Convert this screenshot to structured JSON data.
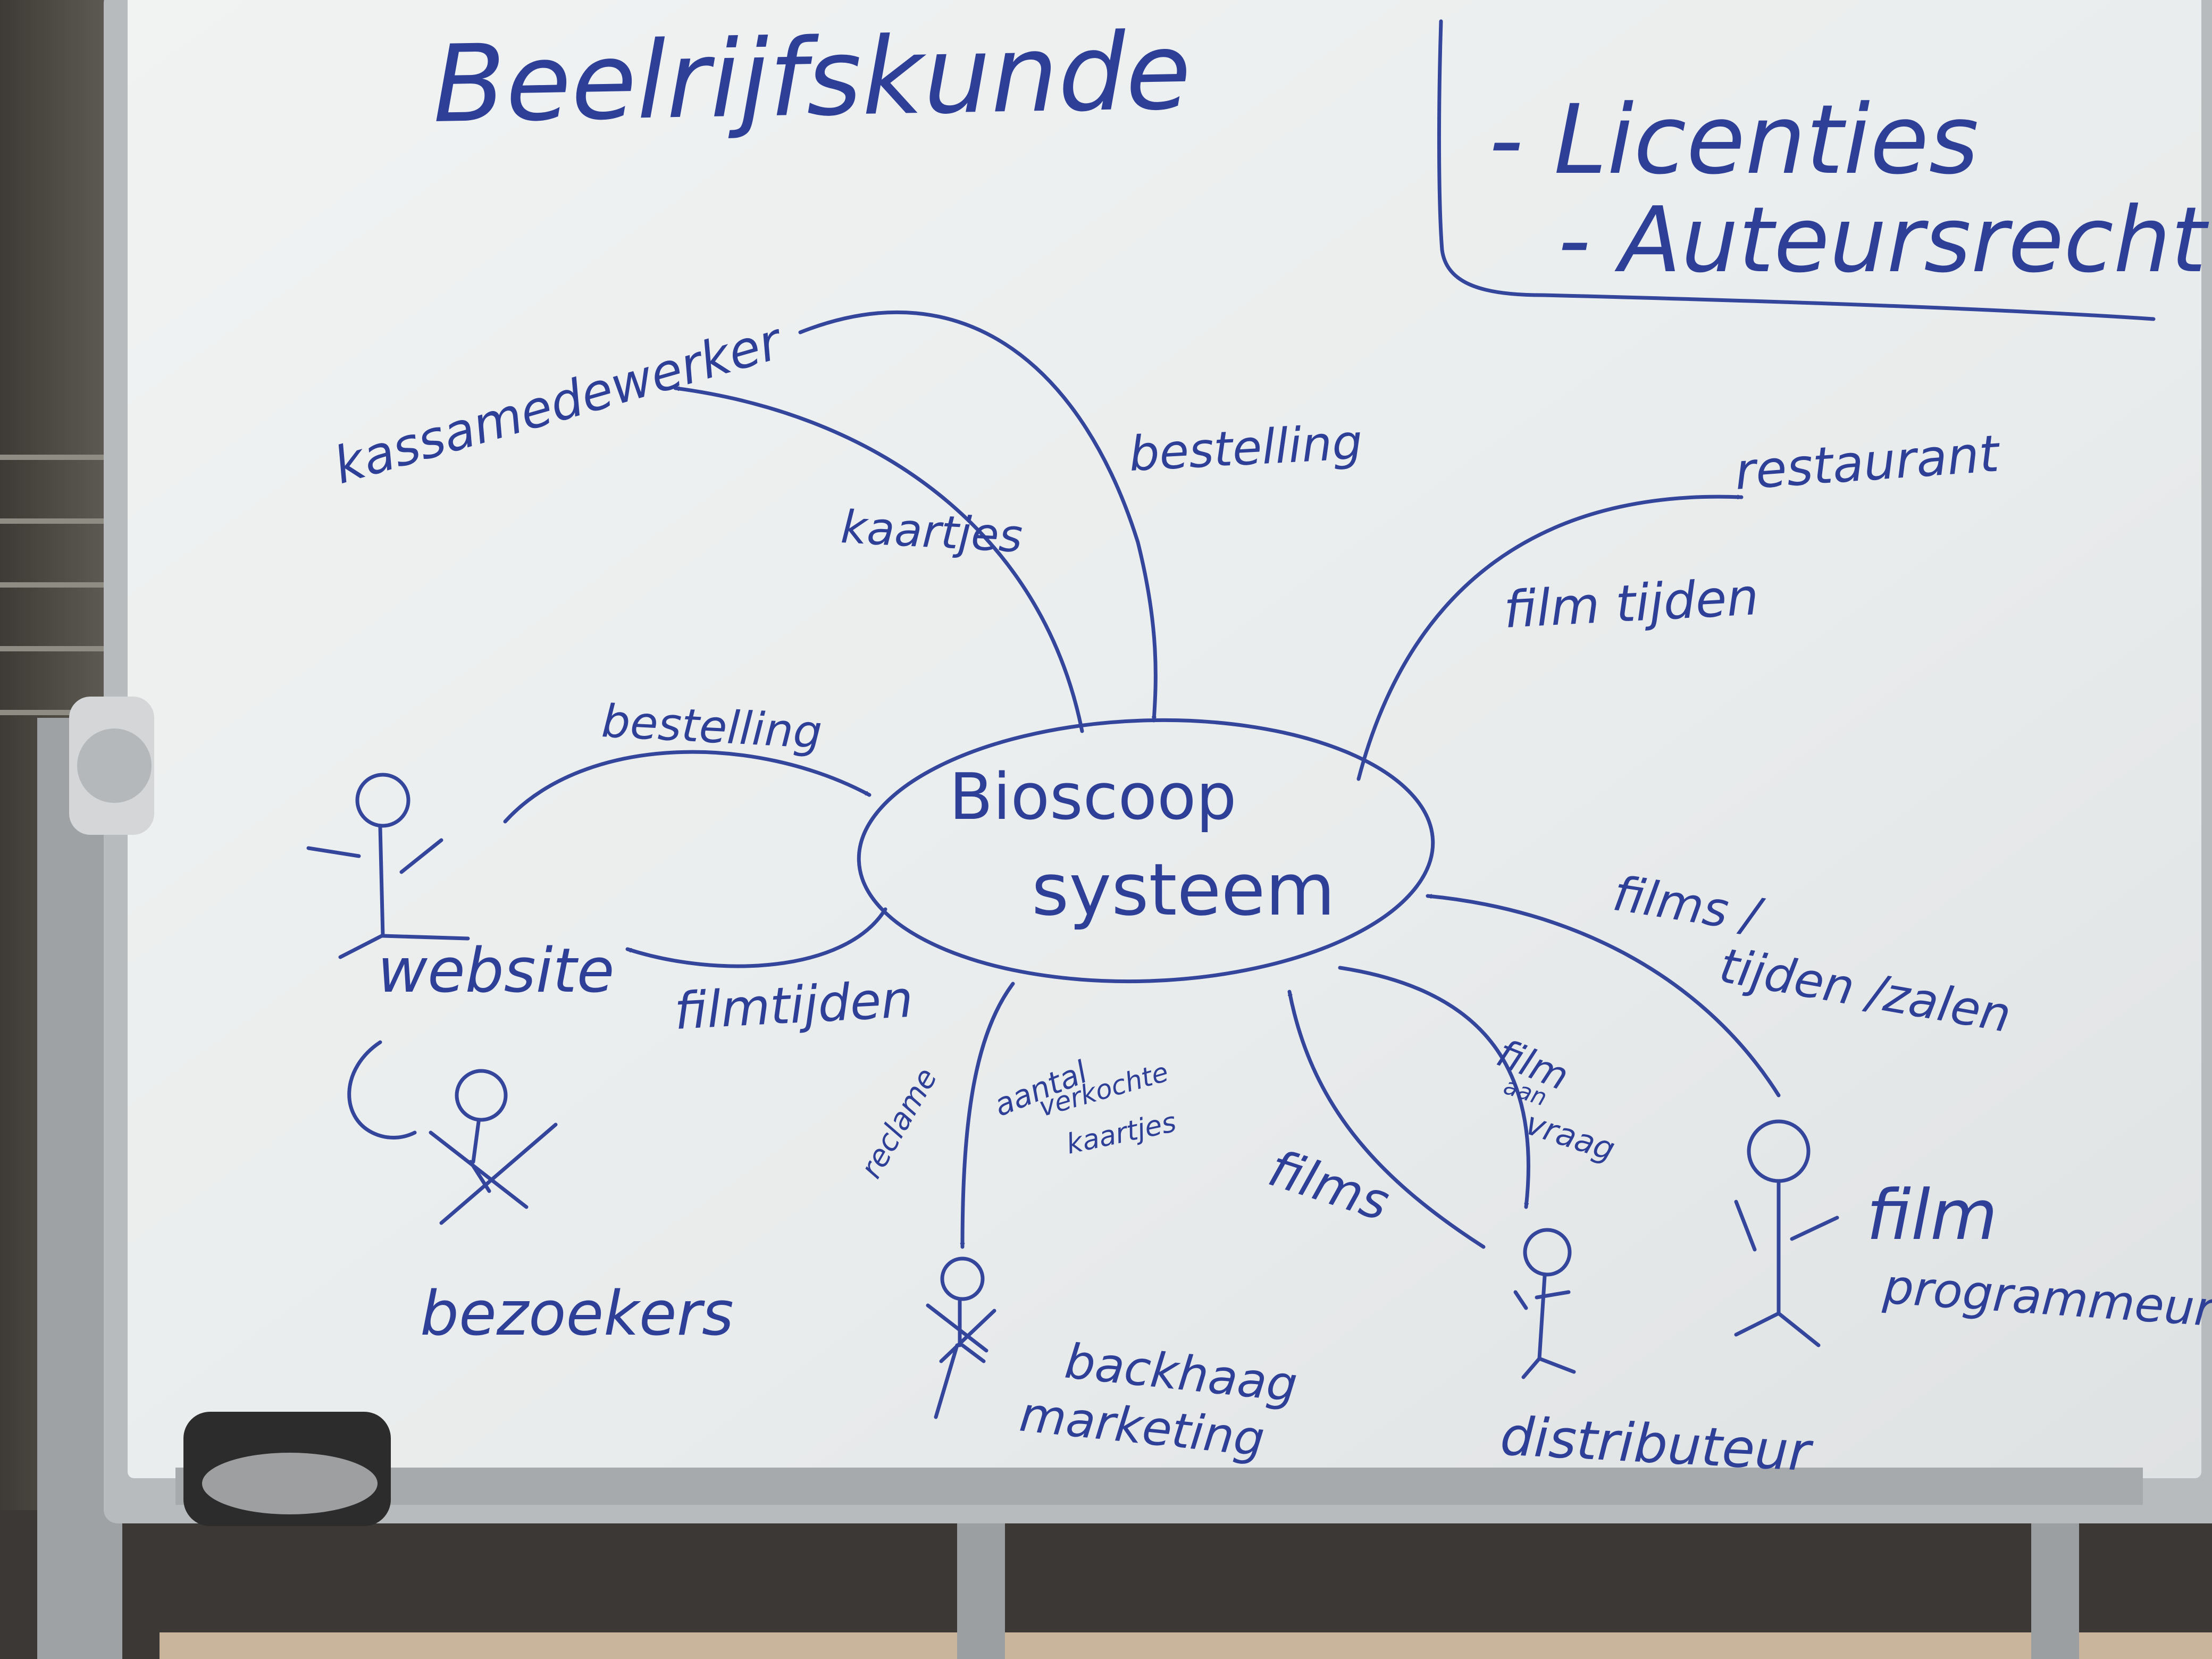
{
  "colors": {
    "ink": "#2e3f97",
    "board": "#eceff0",
    "frame": "#b9bcc0",
    "surroundings": "#5d5a55"
  },
  "title": "Beelrijfskunde",
  "notes": {
    "item_1": "- Licenties",
    "item_2": "- Auteursrecht"
  },
  "center": {
    "line_1": "Bioscoop",
    "line_2": "systeem"
  },
  "nodes": {
    "kassamedewerker": "kassamedewerker",
    "restaurant": "restaurant",
    "website": "website",
    "bezoekers": "bezoekers",
    "backhaag_marketing_line_1": "backhaag",
    "backhaag_marketing_line_2": "marketing",
    "distributeur": "distributeur",
    "filmprogrammeur_line_1": "film",
    "filmprogrammeur_line_2": "programmeur"
  },
  "flows": {
    "bestelling_top": "bestelling",
    "kaartjes": "kaartjes",
    "filmtijden_restaurant": "film tijden",
    "bestelling_website": "bestelling",
    "filmtijden_website": "filmtijden",
    "reclame": "reclame",
    "verkochte_line_1": "aantal",
    "verkochte_line_2": "verkochte",
    "verkochte_line_3": "kaartjes",
    "films": "films",
    "film_aanvraag_line_1": "film",
    "film_aanvraag_line_2": "aan",
    "film_aanvraag_line_3": "vraag",
    "films_tijden_zalen_line_1": "films /",
    "films_tijden_zalen_line_2": "tijden /zalen"
  }
}
